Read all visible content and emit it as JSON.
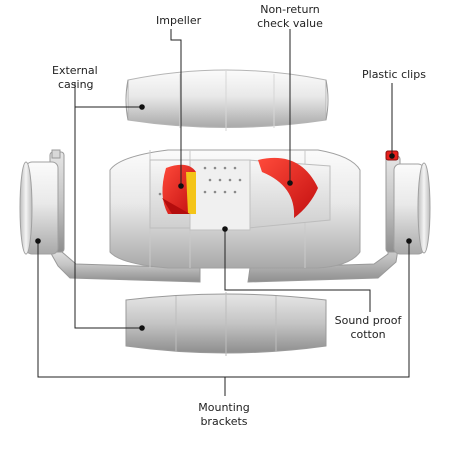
{
  "labels": {
    "impeller": "Impeller",
    "check_valve_1": "Non-return",
    "check_valve_2": "check value",
    "external_casing_1": "External",
    "external_casing_2": "casing",
    "plastic_clips": "Plastic clips",
    "sound_proof_1": "Sound proof",
    "sound_proof_2": "cotton",
    "mounting_1": "Mounting",
    "mounting_2": "brackets"
  },
  "colors": {
    "background": "#ffffff",
    "metal_light": "#f2f2f2",
    "metal_mid": "#cfcfcf",
    "metal_dark": "#9a9a9a",
    "accent_red": "#e8201c",
    "accent_yellow": "#f4c418",
    "leader_line": "#222222",
    "text": "#222222"
  }
}
